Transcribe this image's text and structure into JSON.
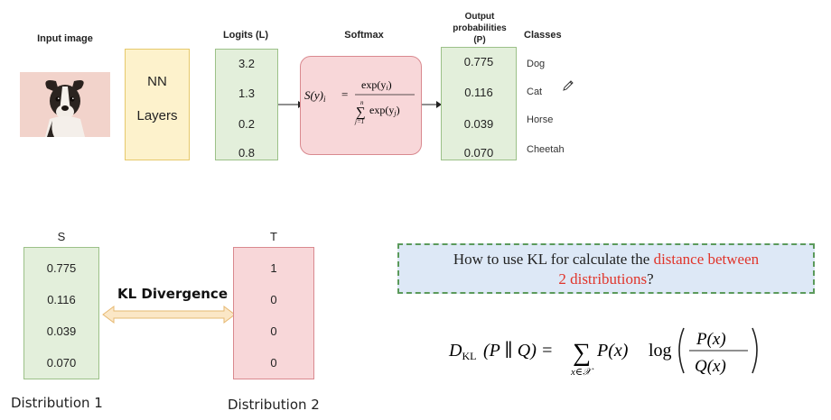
{
  "top": {
    "input_header": "Input image",
    "nn_label_1": "NN",
    "nn_label_2": "Layers",
    "logits_header": "Logits (L)",
    "logits": [
      "3.2",
      "1.3",
      "0.2",
      "0.8"
    ],
    "softmax_header": "Softmax",
    "output_header_1": "Output",
    "output_header_2": "probabilities",
    "output_header_3": "(P)",
    "outputs": [
      "0.775",
      "0.116",
      "0.039",
      "0.070"
    ],
    "classes_header": "Classes",
    "classes": [
      "Dog",
      "Cat",
      "Horse",
      "Cheetah"
    ]
  },
  "bottom": {
    "s_header": "S",
    "s_values": [
      "0.775",
      "0.116",
      "0.039",
      "0.070"
    ],
    "t_header": "T",
    "t_values": [
      "1",
      "0",
      "0",
      "0"
    ],
    "kl_label": "KL Divergence",
    "dist1_label": "Distribution 1",
    "dist2_label": "Distribution 2"
  },
  "question": {
    "text_plain": "How to use KL for calculate the",
    "text_red_1": "distance between",
    "text_red_2": "2 distributions",
    "text_end": "?"
  },
  "formula": {
    "softmax_lhs": "S(y)",
    "softmax_sub": "i",
    "softmax_num": "exp(y",
    "softmax_num_sub": "i",
    "softmax_den": "exp(y",
    "softmax_den_sub": "j",
    "sum_upper": "n",
    "sum_lower": "j=1",
    "kl_lhs": "D",
    "kl_sub": "KL",
    "kl_args": "(P ∥ Q) =",
    "kl_sum_lower": "x∈𝒳",
    "kl_px": "P(x)",
    "kl_log": "log",
    "kl_frac_num": "P(x)",
    "kl_frac_den": "Q(x)"
  },
  "colors": {
    "nn_fill": "#fdf2cc",
    "nn_border": "#e6c96b",
    "green_fill": "#e3efdb",
    "green_border": "#9cc188",
    "pink_fill": "#f8d7d9",
    "pink_border": "#d9898f",
    "blue_fill": "#dde8f6",
    "dash_green": "#5b9a5b",
    "red_text": "#e0352b",
    "arrow_fill": "#fbe7c6",
    "arrow_stroke": "#e6b872"
  }
}
